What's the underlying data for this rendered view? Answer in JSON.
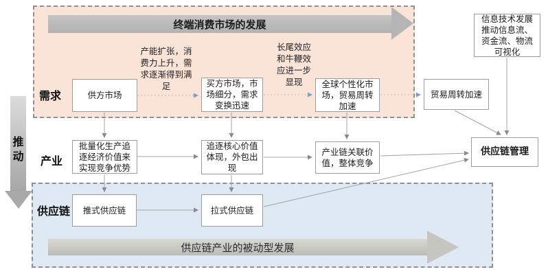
{
  "left_rail": {
    "push_label": "推动"
  },
  "row_labels": {
    "demand": "需求",
    "industry": "产业",
    "supply_chain": "供应链"
  },
  "banners": {
    "top": "终端消费市场的发展",
    "bottom": "供应链产业的被动型发展"
  },
  "annotations": {
    "capacity_expansion": "产能扩张，消费力上升，需求逐渐得到满足",
    "long_tail": "长尾效应和牛鞭效应进一步显现"
  },
  "nodes": {
    "supplier_market": "供方市场",
    "buyer_market": "买方市场，市场细分，需求变换迅速",
    "global_personalized_market": "全球个性化市场，贸易周转加速",
    "trade_turnover": "贸易周转加速",
    "it_development": "信息技术发展推动信息流、资金流、物流可视化",
    "mass_production": "批量化生产追逐经济价值来实现竞争优势",
    "core_value": "追逐核心价值体现，外包出现",
    "industry_chain_value": "产业链关联价值，整体竞争",
    "push_supply_chain": "推式供应链",
    "pull_supply_chain": "拉式供应链",
    "scm": "供应链管理"
  },
  "colors": {
    "demand_zone_bg": "#fae3d7",
    "supply_zone_bg": "#dfe9f3",
    "banner_gray": "#b5b5b5",
    "dashed_border": "#8f8f8f",
    "connector_gray": "#a3a3a3",
    "dotted_connector": "#c2b9b0",
    "dotted_arrowhead_blue": "#7f9dc4"
  }
}
